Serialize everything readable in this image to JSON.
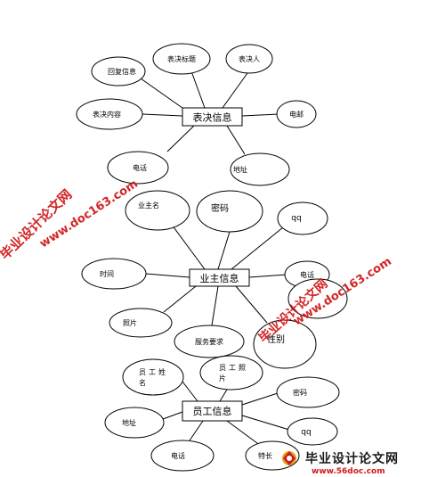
{
  "diagram": {
    "entities": [
      {
        "id": "vote",
        "label": "表决信息",
        "attributes": [
          {
            "id": "reply",
            "label": "回复信息"
          },
          {
            "id": "title",
            "label": "表决标题"
          },
          {
            "id": "voter",
            "label": "表决人"
          },
          {
            "id": "content",
            "label": "表决内容"
          },
          {
            "id": "email",
            "label": "电邮"
          },
          {
            "id": "phone",
            "label": "电话"
          },
          {
            "id": "address",
            "label": "地址"
          }
        ]
      },
      {
        "id": "owner",
        "label": "业主信息",
        "attributes": [
          {
            "id": "name",
            "label": "业主名"
          },
          {
            "id": "password",
            "label": "密码"
          },
          {
            "id": "qq",
            "label": "qq"
          },
          {
            "id": "time",
            "label": "时间"
          },
          {
            "id": "phone",
            "label": "电话"
          },
          {
            "id": "photo",
            "label": "照片"
          },
          {
            "id": "service",
            "label": "服务要求"
          },
          {
            "id": "gender",
            "label": "性别"
          }
        ]
      },
      {
        "id": "staff",
        "label": "员工信息",
        "attributes": [
          {
            "id": "name",
            "label": "员工姓名"
          },
          {
            "id": "photo",
            "label": "员工照片"
          },
          {
            "id": "password",
            "label": "密码"
          },
          {
            "id": "address",
            "label": "地址"
          },
          {
            "id": "qq",
            "label": "qq"
          },
          {
            "id": "phone",
            "label": "电话"
          },
          {
            "id": "role",
            "label": "特长"
          }
        ]
      }
    ]
  },
  "watermarks": {
    "text_a": "毕业设计论文网",
    "text_b": "www.doc163.com",
    "footer_brand": "毕业设计论文网",
    "footer_url": "www.56doc.com",
    "color": "#d11a1a"
  }
}
